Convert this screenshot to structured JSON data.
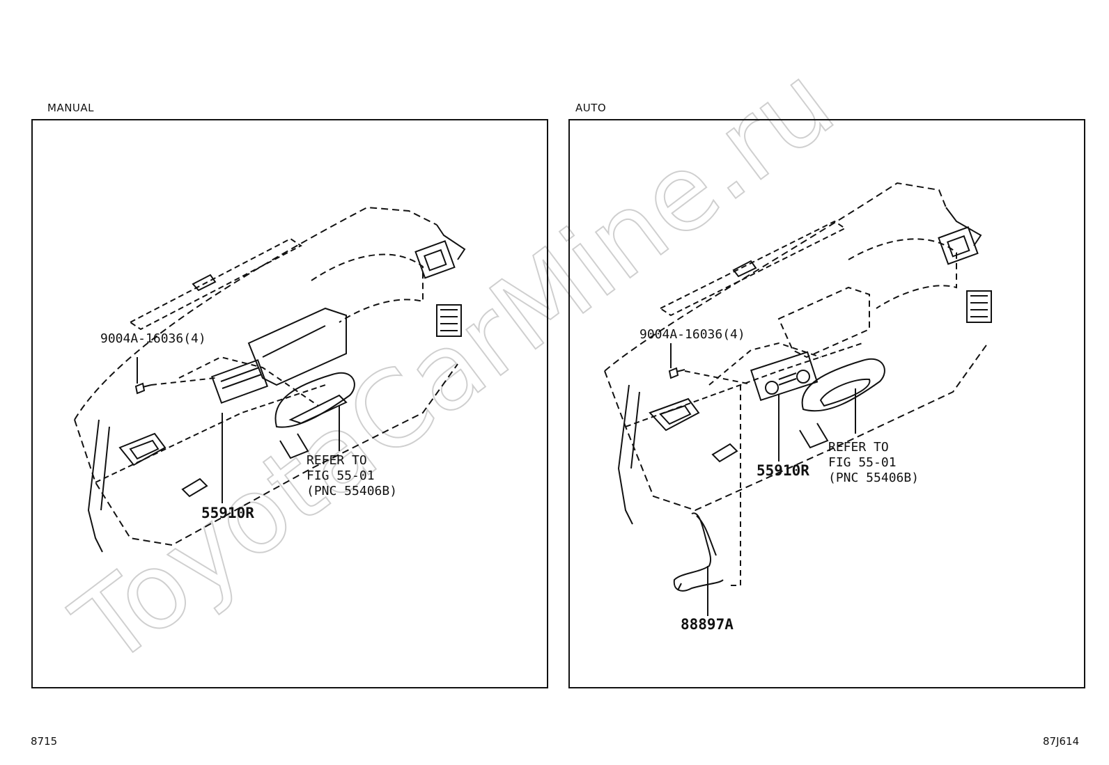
{
  "panels": {
    "manual": {
      "title": "MANUAL",
      "bolt_label": "9004A-16036(4)",
      "refer_line1": "REFER TO",
      "refer_line2": "FIG 55-01",
      "refer_line3": "(PNC 55406B)",
      "part_label": "55910R"
    },
    "auto": {
      "title": "AUTO",
      "bolt_label": "9004A-16036(4)",
      "refer_line1": "REFER TO",
      "refer_line2": "FIG 55-01",
      "refer_line3": "(PNC 55406B)",
      "part_label": "55910R",
      "hose_label": "88897A"
    }
  },
  "footer": {
    "left_code": "8715",
    "right_code": "87J614"
  },
  "watermark": "ToyotaCarMine.ru"
}
